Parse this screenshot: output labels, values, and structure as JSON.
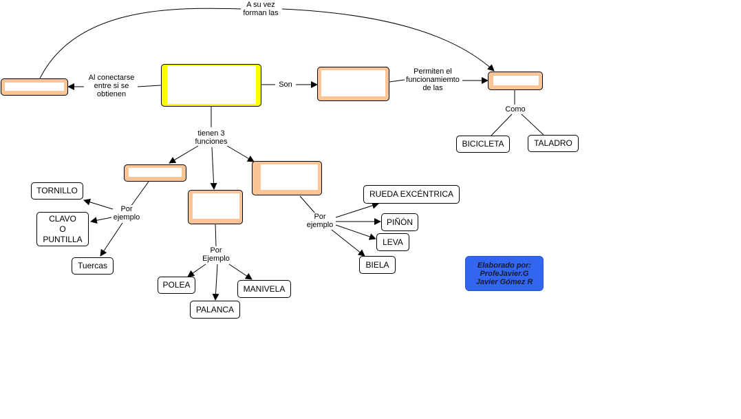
{
  "edge_labels": {
    "a_su_vez": "A su vez\nforman las",
    "al_conectarse": "Al conectarse\nentre si se\nobtienen",
    "son": "Son",
    "permiten": "Permiten el\nfuncionamiemto\nde las",
    "como": "Como",
    "tienen_3": "tienen 3\nfunciones",
    "por_ejemplo_left": "Por\nejemplo",
    "por_ejemplo_mid": "Por\nEjemplo",
    "por_ejemplo_right": "Por\nejemplo"
  },
  "nodes": {
    "bicicleta": "BICICLETA",
    "taladro": "TALADRO",
    "tornillo": "TORNILLO",
    "clavo": "CLAVO\nO\nPUNTILLA",
    "tuercas": "Tuercas",
    "polea": "POLEA",
    "palanca": "PALANCA",
    "manivela": "MANIVELA",
    "rueda": "RUEDA EXCÉNTRICA",
    "pinon": "PIÑÓN",
    "leva": "LEVA",
    "biela": "BIELA"
  },
  "credit": {
    "line1": "Elaborado por:",
    "line2": "ProfeJavier.G",
    "line3": "Javier Gómez R"
  },
  "colors": {
    "blank_box_fill": "#f9c496",
    "central_box_fill": "#ffff00",
    "credit_fill": "#3366ee"
  }
}
